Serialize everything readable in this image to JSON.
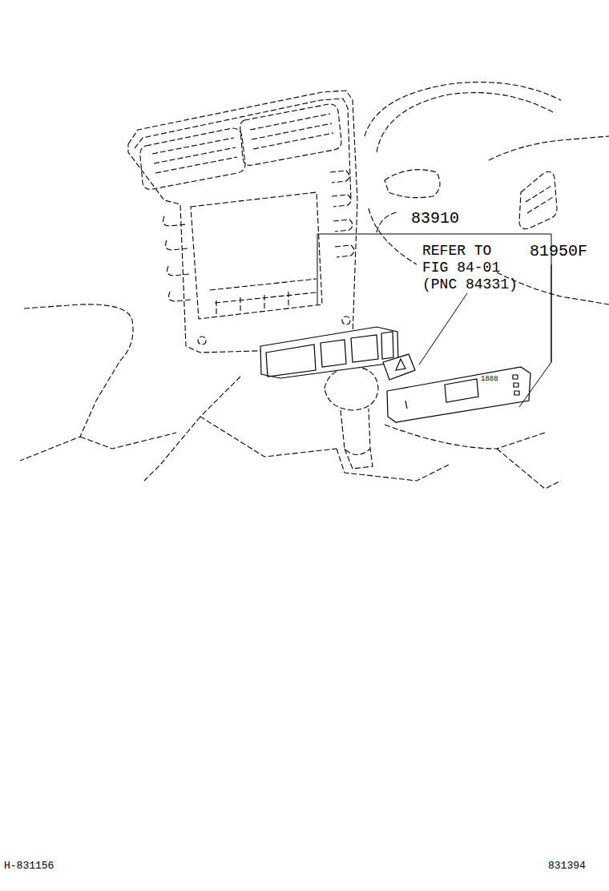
{
  "diagram": {
    "labels": [
      "83910",
      "REFER TO FIG 84-01 (PNC 84331)",
      "81950F",
      "1888",
      "H-831156",
      "831394"
    ]
  }
}
